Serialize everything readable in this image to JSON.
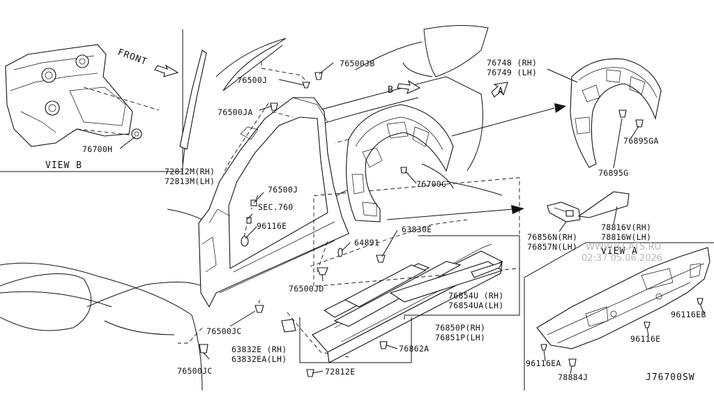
{
  "diagram": {
    "drawing_code": "J76700SW",
    "watermark": {
      "site": "WWW.ILCATS.RU",
      "timestamp": "02:37 05.06.2026"
    },
    "view_b_label": "VIEW B",
    "view_a_label": "VIEW A",
    "front_label": "FRONT",
    "marker_a": "A",
    "marker_b": "B",
    "parts": {
      "p76700H": "76700H",
      "p76500J_top": "76500J",
      "p76500JB": "76500JB",
      "p76500JA": "76500JA",
      "p72812M": "72812M(RH)",
      "p72813M": "72813M(LH)",
      "p76500J_mid": "76500J",
      "sec760": "SEC.760",
      "p96116E_left": "96116E",
      "p64891": "64891",
      "p63830E": "63830E",
      "p76500JD": "76500JD",
      "p76500JC_a": "76500JC",
      "p76500JC_b": "76500JC",
      "p63832E": "63832E  (RH)",
      "p63832EA": "63832EA(LH)",
      "p72812E": "72812E",
      "p76862A": "76862A",
      "p76850P": "76850P(RH)",
      "p76851P": "76851P(LH)",
      "p76854U": "76854U  (RH)",
      "p76854UA": "76854UA(LH)",
      "p76700G": "76700G",
      "p76748": "76748 (RH)",
      "p76749": "76749 (LH)",
      "p76895GA": "76895GA",
      "p76895G": "76895G",
      "p76856N": "76856N(RH)",
      "p76857N": "76857N(LH)",
      "p78816V": "78816V(RH)",
      "p78816W": "78816W(LH)",
      "p96116EB": "96116EB",
      "p96116E_right": "96116E",
      "p96116EA": "96116EA",
      "p78884J": "78884J"
    }
  }
}
